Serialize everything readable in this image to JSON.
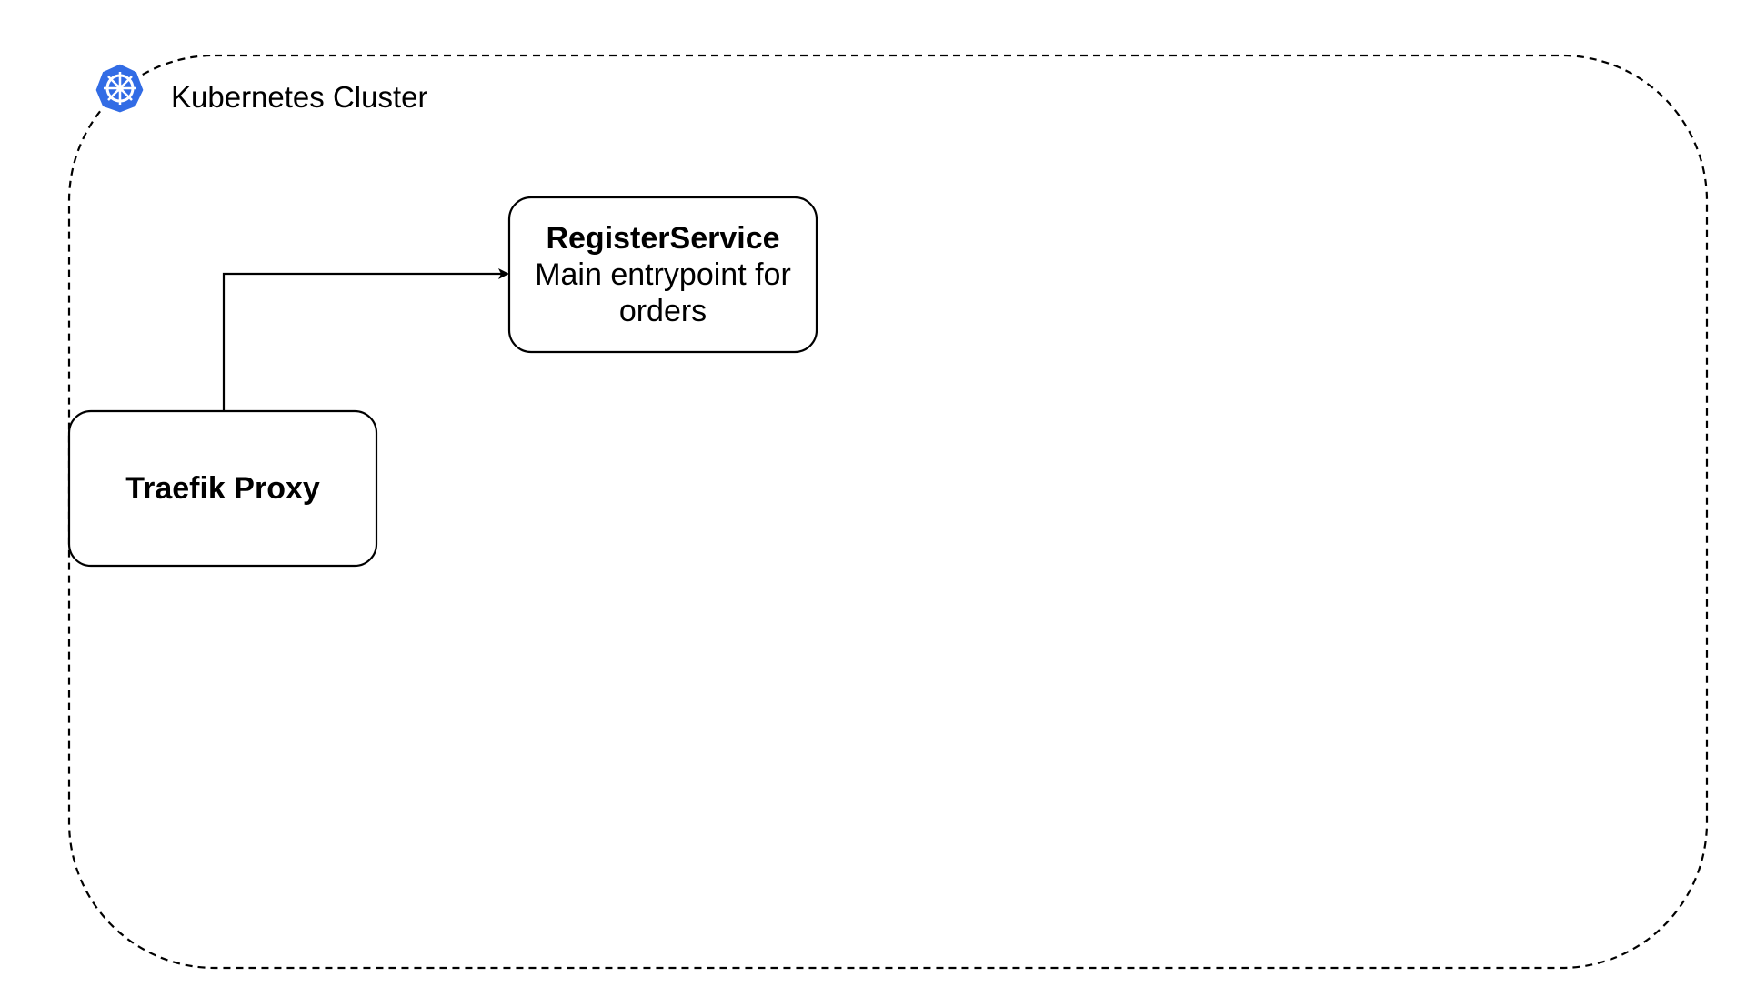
{
  "cluster": {
    "title": "Kubernetes Cluster",
    "icon": "kubernetes-icon",
    "icon_color": "#326CE5",
    "border_style": "dashed"
  },
  "nodes": {
    "register_service": {
      "title": "RegisterService",
      "description": "Main entrypoint for orders"
    },
    "traefik_proxy": {
      "title": "Traefik Proxy"
    }
  },
  "edges": [
    {
      "from": "Traefik Proxy",
      "to": "RegisterService",
      "arrow": "end"
    }
  ]
}
